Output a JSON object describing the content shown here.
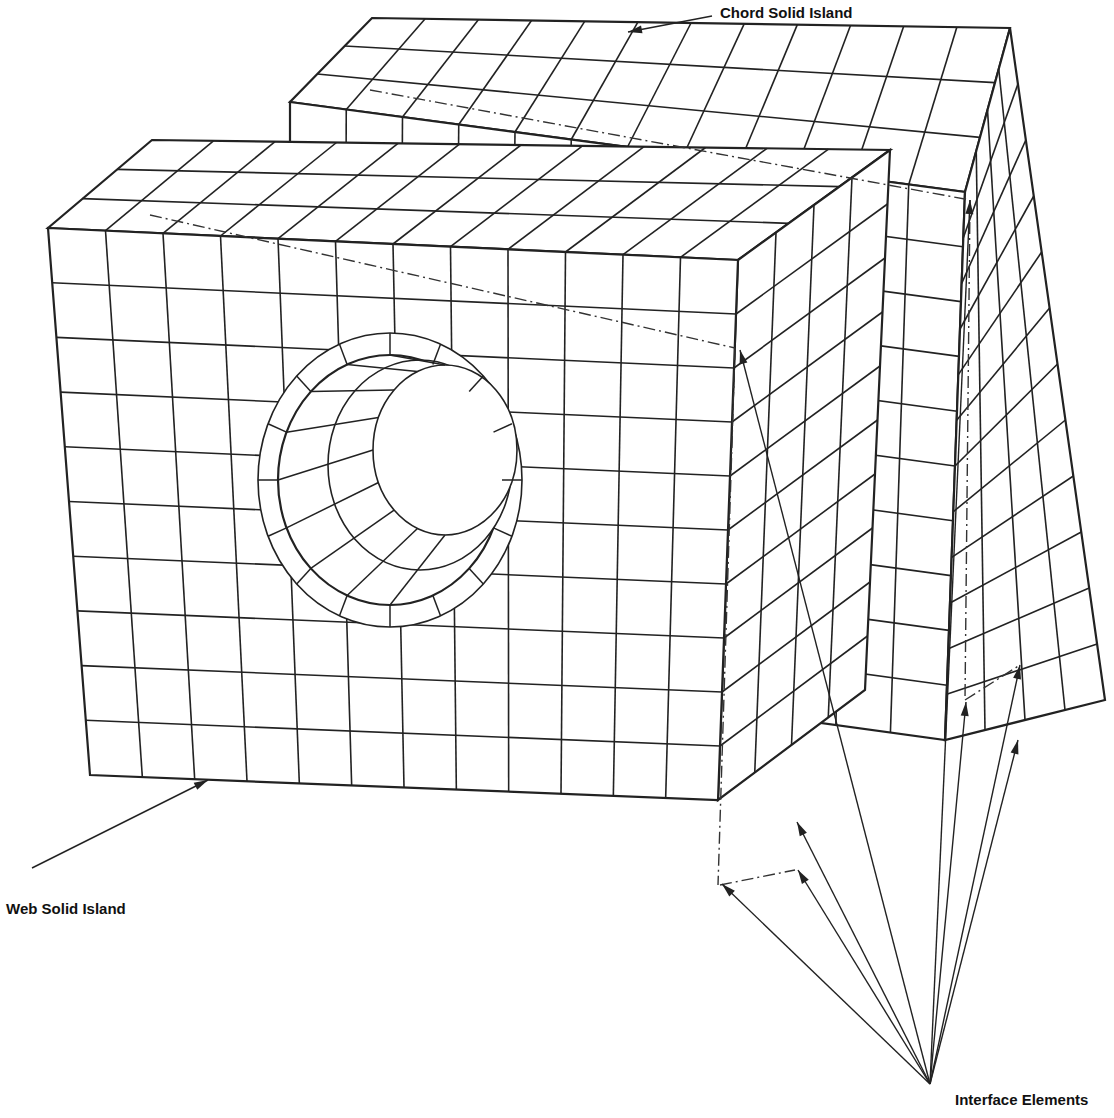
{
  "diagram": {
    "labels": [
      "Chord Solid Island",
      "Web Solid Island",
      "Interface Elements"
    ]
  }
}
